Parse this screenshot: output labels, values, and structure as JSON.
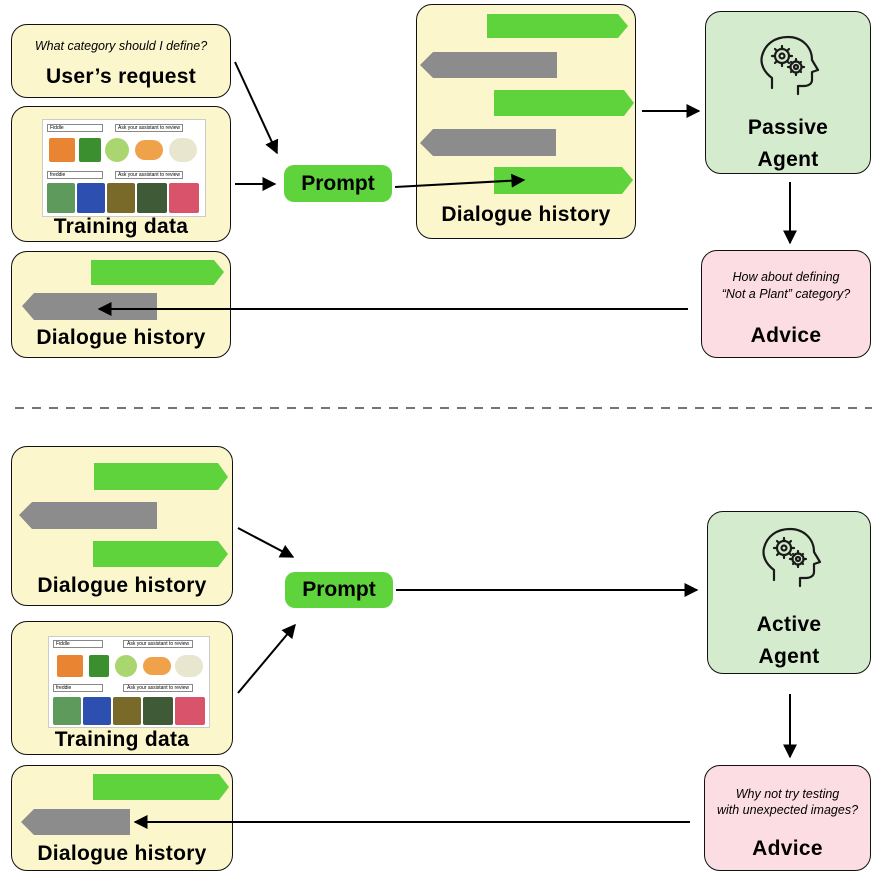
{
  "top": {
    "request_box": {
      "italic": "What category should I define?",
      "label": "User’s request"
    },
    "training_box": {
      "label": "Training data",
      "row1_field": "Fiddle",
      "row2_field": "freddie",
      "ask_label": "Ask your assistant to review"
    },
    "center_history": {
      "label": "Dialogue history"
    },
    "prompt": {
      "label": "Prompt"
    },
    "agent": {
      "label_line1": "Passive",
      "label_line2": "Agent",
      "icon": "head-gears-icon"
    },
    "advice": {
      "italic_line1": "How about defining",
      "italic_line2": "“Not a Plant” category?",
      "label": "Advice"
    },
    "bottom_history": {
      "label": "Dialogue history"
    }
  },
  "bottom": {
    "history_box": {
      "label": "Dialogue history"
    },
    "training_box": {
      "label": "Training data",
      "row1_field": "Fiddle",
      "row2_field": "freddie",
      "ask_label": "Ask your assistant to review"
    },
    "prompt": {
      "label": "Prompt"
    },
    "agent": {
      "label_line1": "Active",
      "label_line2": "Agent",
      "icon": "head-gears-icon"
    },
    "advice": {
      "italic_line1": "Why not try testing",
      "italic_line2": "with unexpected images?",
      "label": "Advice"
    },
    "result_history": {
      "label": "Dialogue history"
    }
  },
  "colors": {
    "yellow_box": "#fbf6cc",
    "green_box": "#d5ebcd",
    "pink_box": "#fbdde3",
    "user_bubble": "#5fd33c",
    "agent_bubble": "#8c8c8c"
  }
}
